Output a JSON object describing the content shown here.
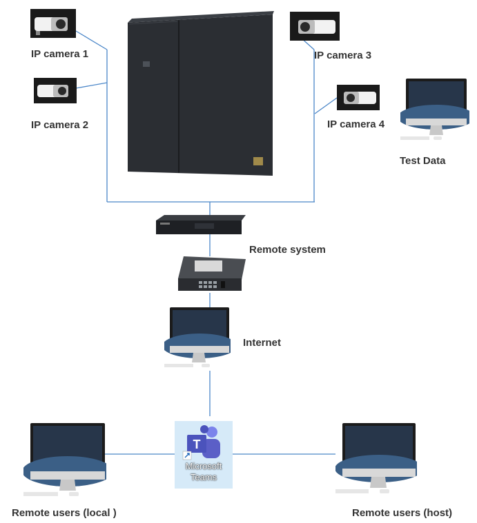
{
  "labels": {
    "camera1": "IP camera 1",
    "camera2": "IP camera 2",
    "camera3": "IP camera 3",
    "camera4": "IP camera 4",
    "test_data": "Test Data",
    "remote_system": "Remote system",
    "internet": "Internet",
    "remote_users_local": "Remote users (local )",
    "remote_users_host": "Remote users (host)"
  },
  "teams": {
    "line1": "Microsoft",
    "line2": "Teams"
  },
  "colors": {
    "wire": "#4a86c8",
    "cabinet": "#2b2e33",
    "text": "#333333",
    "teams_purple": "#5b5fc7"
  },
  "icons": {
    "camera": "ip-camera-icon",
    "cabinet": "server-cabinet",
    "nvr": "nvr-recorder-icon",
    "switch": "network-switch-icon",
    "monitor": "desktop-computer-icon",
    "teams": "microsoft-teams-icon"
  }
}
